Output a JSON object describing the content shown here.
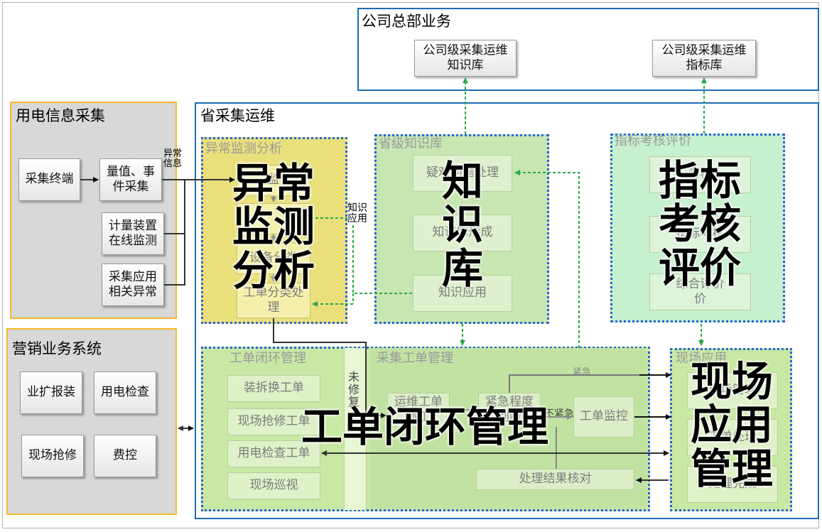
{
  "hq": {
    "title": "公司总部业务",
    "kb_box": "公司级采集运维\n知识库",
    "index_box": "公司级采集运维\n指标库"
  },
  "collect": {
    "title": "用电信息采集",
    "terminal": "采集终端",
    "measure": "量值、事\n件采集",
    "meter": "计量装置\n在线监测",
    "app": "采集应用\n相关异常",
    "abnormal_info": "异常\n信息"
  },
  "marketing": {
    "title": "营销业务系统",
    "expand": "业扩报装",
    "check": "用电检查",
    "repair": "现场抢修",
    "fee": "费控"
  },
  "province": {
    "title": "省采集运维",
    "abnormal": {
      "title": "异常监测分析",
      "big": "异常\n监测\n分析",
      "item1": "监",
      "item2": "",
      "item3": "设备分类",
      "item4": "工单分类处\n理"
    },
    "knowledge": {
      "title": "省级知识库",
      "big": "知\n识\n库",
      "item1": "疑难问题处理",
      "item2": "知识库形成",
      "item3": "知识应用"
    },
    "index": {
      "title": "指标考核评价",
      "big": "指标\n考核\n评价",
      "item1": "考核",
      "item2": "指标考核",
      "item3": "综合评价\n价"
    },
    "knowledge_apply": "知识\n应用",
    "closed_loop": {
      "title": "工单闭环管理",
      "item1": "装拆换工单",
      "item2": "现场抢修工单",
      "item3": "用电检查工单",
      "item4": "现场巡视"
    },
    "unrepaired": "未\n修\n复",
    "workorder": {
      "title": "采集工单管理",
      "ops": "运维工单\n派工",
      "urgency": "紧急程度\n判断",
      "monitor": "工单监控",
      "verify": "处理结果核对",
      "urgent": "紧急",
      "not_urgent": "不紧急"
    },
    "big_closed": "工单闭环管理",
    "field": {
      "title": "现场应用",
      "big": "现场\n应用\n管理",
      "item1": "现场管理",
      "item2": "工单处理",
      "item3": "处理完成"
    }
  },
  "colors": {
    "orange": "#f7b92a",
    "blue": "#1f6db5",
    "green_arrow": "#2aa84a",
    "yellow_fill": "#e9e07c",
    "green_fill": "#bfe3a6",
    "light_green": "#c6f0ce"
  }
}
